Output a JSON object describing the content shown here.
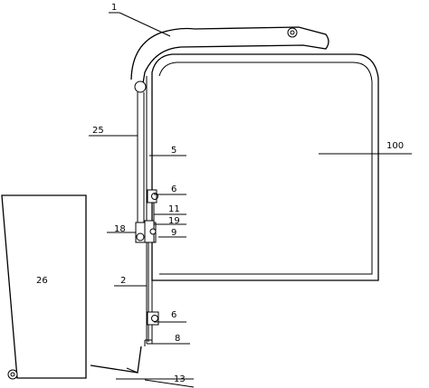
{
  "labels": {
    "l1": "1",
    "l25": "25",
    "l5": "5",
    "l100": "100",
    "l6a": "6",
    "l11": "11",
    "l19": "19",
    "l18": "18",
    "l9": "9",
    "l26": "26",
    "l2": "2",
    "l6b": "6",
    "l8": "8",
    "l13": "13"
  }
}
